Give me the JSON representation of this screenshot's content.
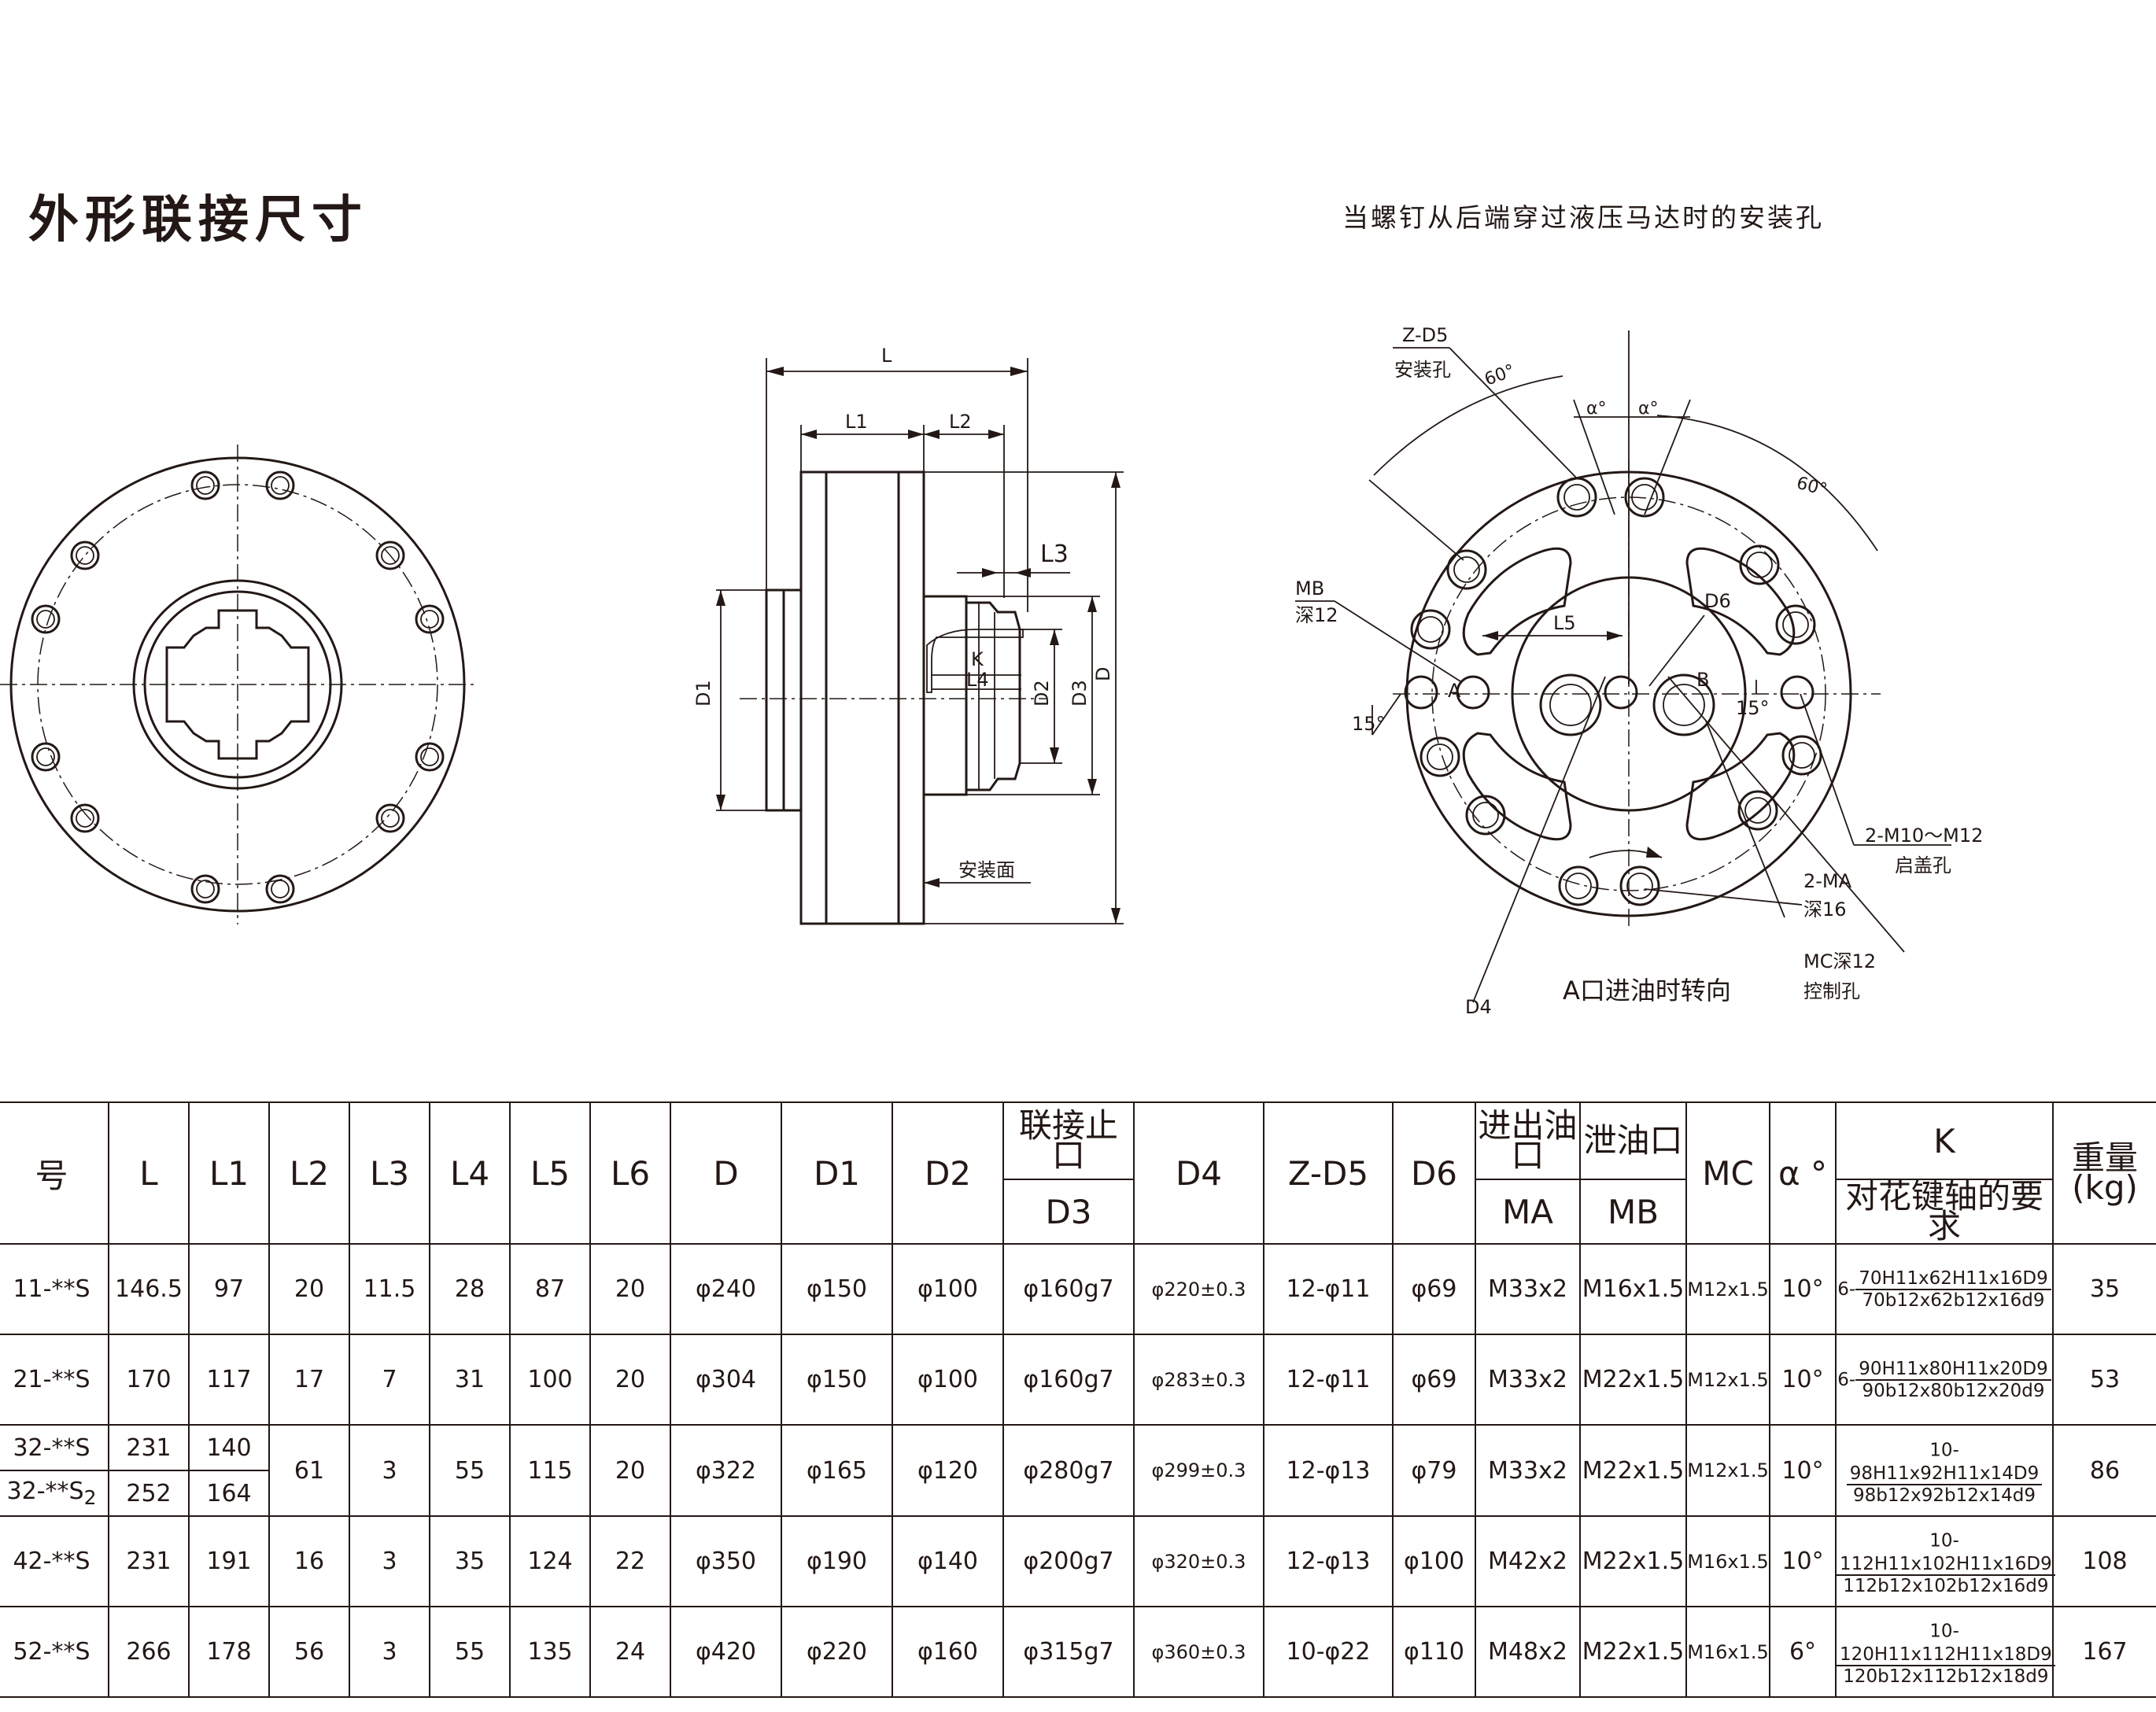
{
  "title": "外形联接尺寸",
  "subtitle": "当螺钉从后端穿过液压马达时的安装孔",
  "side_view": {
    "dims": {
      "L": "L",
      "L1": "L1",
      "L2": "L2",
      "L3": "L3",
      "K": "K",
      "L4": "L4",
      "D1": "D1",
      "D2": "D2",
      "D3": "D3",
      "D": "D"
    },
    "mount_face": "安装面"
  },
  "rear_view": {
    "zd5": "Z-D5",
    "zd5_note": "安装孔",
    "angle_60": "60°",
    "alpha": "α°",
    "mb": "MB",
    "mb_note": "深12",
    "l5": "L5",
    "d6": "D6",
    "a": "A",
    "b": "B",
    "angle_15": "15°",
    "m10": "2-M10～M12",
    "m10_note": "启盖孔",
    "ma": "2-MA",
    "ma_note": "深16",
    "mc": "MC深12",
    "mc_note": "控制孔",
    "d4": "D4",
    "rotation": "A口进油时转向"
  },
  "table": {
    "headers": {
      "model": "号",
      "L": "L",
      "L1": "L1",
      "L2": "L2",
      "L3": "L3",
      "L4": "L4",
      "L5": "L5",
      "L6": "L6",
      "D": "D",
      "D1": "D1",
      "D2": "D2",
      "D3_top": "联接止口",
      "D3": "D3",
      "D4": "D4",
      "ZD5": "Z-D5",
      "D6": "D6",
      "MA_top": "进出油口",
      "MA": "MA",
      "MB_top": "泄油口",
      "MB": "MB",
      "MC": "MC",
      "alpha": "α °",
      "K_top": "K",
      "K": "对花键轴的要求",
      "weight": "重量(kg)"
    },
    "rows": [
      {
        "model": "11-**S",
        "L": "146.5",
        "L1": "97",
        "L2": "20",
        "L3": "11.5",
        "L4": "28",
        "L5": "87",
        "L6": "20",
        "D": "φ240",
        "D1": "φ150",
        "D2": "φ100",
        "D3": "φ160g7",
        "D4": "φ220±0.3",
        "ZD5": "12-φ11",
        "D6": "φ69",
        "MA": "M33x2",
        "MB": "M16x1.5",
        "MC": "M12x1.5",
        "alpha": "10°",
        "K_pre": "6-",
        "K_num": "70H11x62H11x16D9",
        "K_den": "70b12x62b12x16d9",
        "weight": "35"
      },
      {
        "model": "21-**S",
        "L": "170",
        "L1": "117",
        "L2": "17",
        "L3": "7",
        "L4": "31",
        "L5": "100",
        "L6": "20",
        "D": "φ304",
        "D1": "φ150",
        "D2": "φ100",
        "D3": "φ160g7",
        "D4": "φ283±0.3",
        "ZD5": "12-φ11",
        "D6": "φ69",
        "MA": "M33x2",
        "MB": "M22x1.5",
        "MC": "M12x1.5",
        "alpha": "10°",
        "K_pre": "6-",
        "K_num": "90H11x80H11x20D9",
        "K_den": "90b12x80b12x20d9",
        "weight": "53"
      },
      {
        "model_a": "32-**S",
        "model_b": "32-**S",
        "model_b_sub": "2",
        "L_a": "231",
        "L_b": "252",
        "L1_a": "140",
        "L1_b": "164",
        "L2": "61",
        "L3": "3",
        "L4": "55",
        "L5": "115",
        "L6": "20",
        "D": "φ322",
        "D1": "φ165",
        "D2": "φ120",
        "D3": "φ280g7",
        "D4": "φ299±0.3",
        "ZD5": "12-φ13",
        "D6": "φ79",
        "MA": "M33x2",
        "MB": "M22x1.5",
        "MC": "M12x1.5",
        "alpha": "10°",
        "K_pre": "10-",
        "K_num": "98H11x92H11x14D9",
        "K_den": "98b12x92b12x14d9",
        "weight": "86"
      },
      {
        "model": "42-**S",
        "L": "231",
        "L1": "191",
        "L2": "16",
        "L3": "3",
        "L4": "35",
        "L5": "124",
        "L6": "22",
        "D": "φ350",
        "D1": "φ190",
        "D2": "φ140",
        "D3": "φ200g7",
        "D4": "φ320±0.3",
        "ZD5": "12-φ13",
        "D6": "φ100",
        "MA": "M42x2",
        "MB": "M22x1.5",
        "MC": "M16x1.5",
        "alpha": "10°",
        "K_pre": "10-",
        "K_num": "112H11x102H11x16D9",
        "K_den": "112b12x102b12x16d9",
        "weight": "108"
      },
      {
        "model": "52-**S",
        "L": "266",
        "L1": "178",
        "L2": "56",
        "L3": "3",
        "L4": "55",
        "L5": "135",
        "L6": "24",
        "D": "φ420",
        "D1": "φ220",
        "D2": "φ160",
        "D3": "φ315g7",
        "D4": "φ360±0.3",
        "ZD5": "10-φ22",
        "D6": "φ110",
        "MA": "M48x2",
        "MB": "M22x1.5",
        "MC": "M16x1.5",
        "alpha": "6°",
        "K_pre": "10-",
        "K_num": "120H11x112H11x18D9",
        "K_den": "120b12x112b12x18d9",
        "weight": "167"
      }
    ]
  }
}
